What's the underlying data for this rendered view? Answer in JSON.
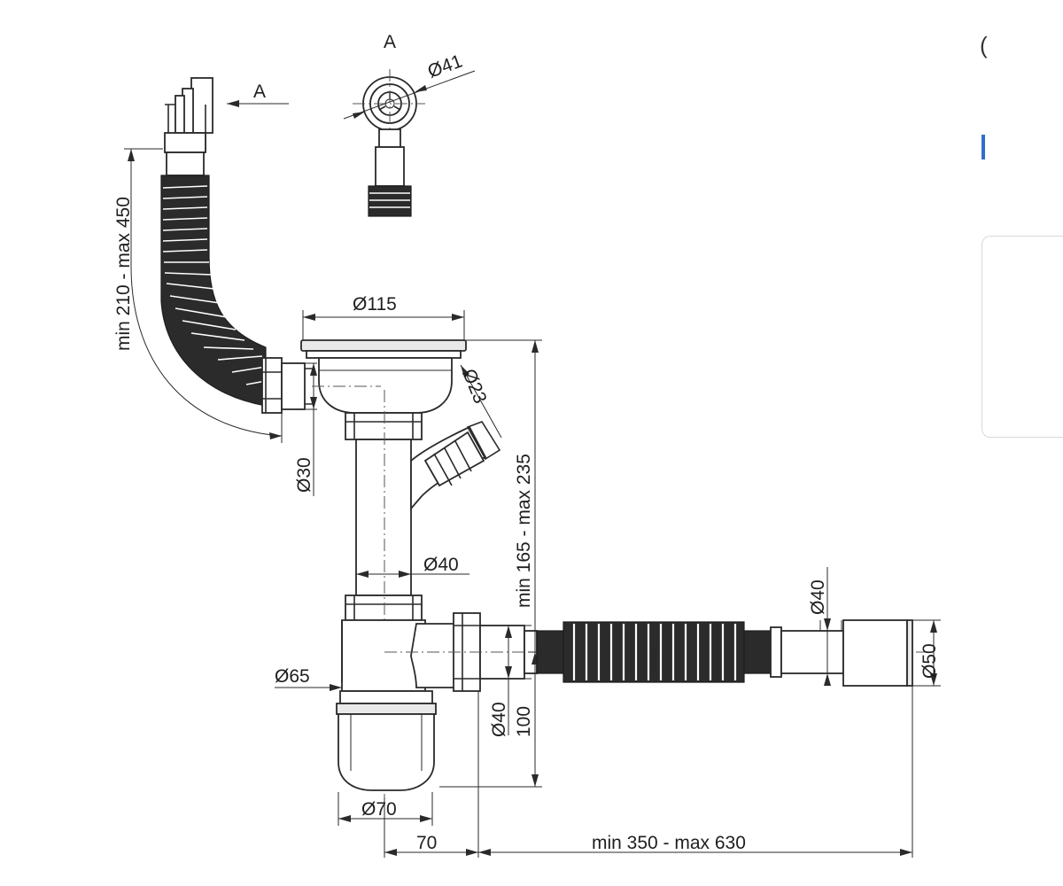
{
  "labels": {
    "view_marker_top": "A",
    "view_marker_side": "A",
    "dia_41": "Ø41",
    "hose_range": "min 210 - max 450",
    "dia_115": "Ø115",
    "dia_23": "Ø23",
    "height_range": "min 165 - max 235",
    "dia_30": "Ø30",
    "dia_40_pipe": "Ø40",
    "dia_65": "Ø65",
    "dia_40_outlet": "Ø40",
    "dim_100": "100",
    "dia_40_end": "Ø40",
    "dia_50": "Ø50",
    "dia_70": "Ø70",
    "dim_70": "70",
    "length_range": "min 350 - max 630"
  },
  "page_edge": {
    "glyph_top": "(",
    "accent_color": "#2f6fc9",
    "panel_border": "#d8d8d8"
  }
}
